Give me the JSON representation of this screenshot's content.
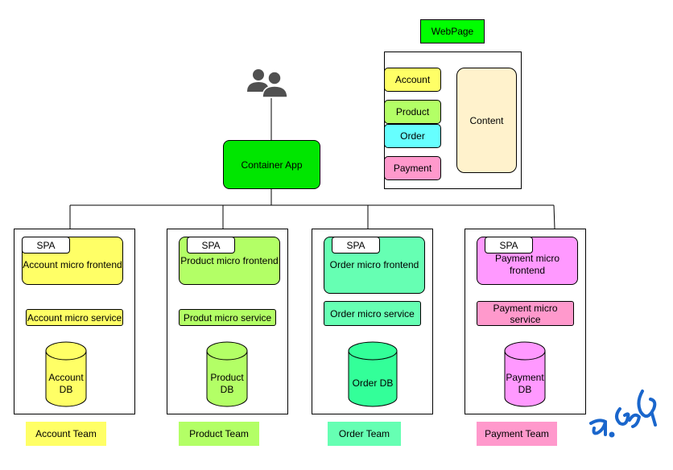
{
  "webpage": {
    "title": "WebPage",
    "items": [
      "Account",
      "Product",
      "Order",
      "Payment"
    ],
    "content": "Content"
  },
  "users_icon": "users-icon",
  "container_app": "Container App",
  "teams": [
    {
      "spa": "SPA",
      "frontend": "Account micro frontend",
      "service": "Account micro service",
      "db": "Account DB",
      "team": "Account Team",
      "color": "#ffff66"
    },
    {
      "spa": "SPA",
      "frontend": "Product micro frontend",
      "service": "Produt micro service",
      "db": "Product DB",
      "team": "Product Team",
      "color": "#b3ff66"
    },
    {
      "spa": "SPA",
      "frontend": "Order micro frontend",
      "service": "Order micro service",
      "db": "Order DB",
      "team": "Order Team",
      "color": "#66ffb3"
    },
    {
      "spa": "SPA",
      "frontend": "Payment micro frontend",
      "service": "Payment micro service",
      "db": "Payment DB",
      "team": "Payment Team",
      "color": "#ff99ff"
    }
  ],
  "colors": {
    "webpage_label": "#00ff00",
    "container_app": "#00e600",
    "content": "#fff2cc",
    "order_item": "#66ffff",
    "payment_item": "#ff99cc",
    "db_order": "#33ff99",
    "service_payment": "#ff99cc",
    "signature": "#1a66cc"
  }
}
